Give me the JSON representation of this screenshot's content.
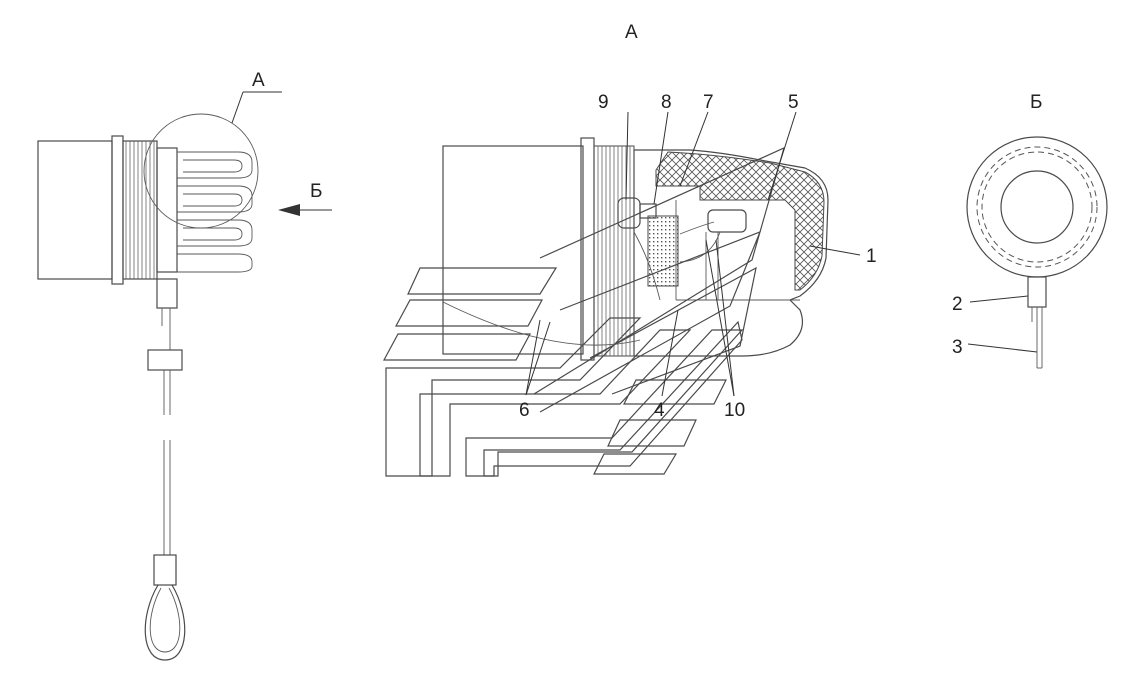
{
  "views": {
    "side_view_marker": "А",
    "side_view_arrow": "Б",
    "detail_view_title": "А",
    "end_view_title": "Б"
  },
  "callouts": {
    "c1": "1",
    "c2": "2",
    "c3": "3",
    "c4": "4",
    "c5": "5",
    "c6": "6",
    "c7": "7",
    "c8": "8",
    "c9": "9",
    "c10": "10"
  }
}
